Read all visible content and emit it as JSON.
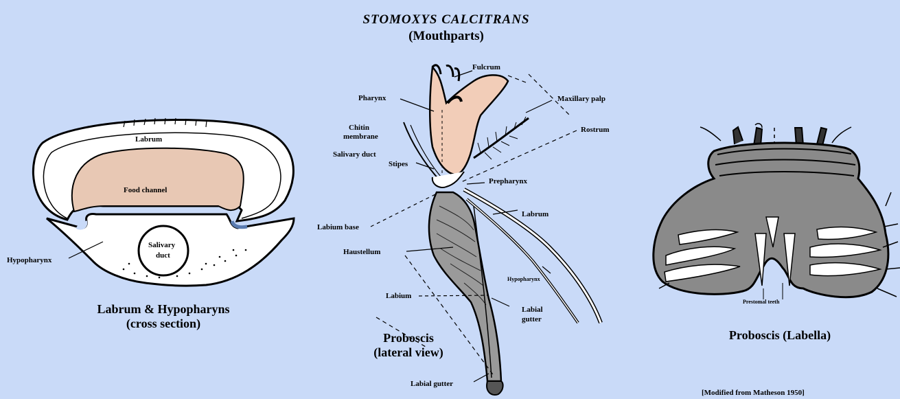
{
  "title": {
    "main": "STOMOXYS CALCITRANS",
    "sub": "(Mouthparts)"
  },
  "cross_section": {
    "caption_line1": "Labrum & Hypopharyns",
    "caption_line2": "(cross section)",
    "labels": {
      "labrum": "Labrum",
      "food_channel": "Food channel",
      "salivary_duct_line1": "Salivary",
      "salivary_duct_line2": "duct",
      "hypopharynx": "Hypopharynx"
    }
  },
  "lateral_view": {
    "caption_line1": "Proboscis",
    "caption_line2": "(lateral view)",
    "labels": {
      "fulcrum": "Fulcrum",
      "pharynx": "Pharynx",
      "maxillary_palp": "Maxillary palp",
      "chitin_membrane_line1": "Chitin",
      "chitin_membrane_line2": "membrane",
      "rostrum": "Rostrum",
      "salivary_duct": "Salivary duct",
      "stipes": "Stipes",
      "prepharynx": "Prepharynx",
      "labrum": "Labrum",
      "labium_base": "Labium base",
      "haustellum": "Haustellum",
      "hypopharynx": "Hypopharynx",
      "labium": "Labium",
      "labial_gutter_line1": "Labial",
      "labial_gutter_line2": "gutter",
      "labial_gutter_bottom": "Labial gutter"
    }
  },
  "labella": {
    "caption": "Proboscis (Labella)",
    "labels": {
      "prestomal_teeth": "Prestomal teeth"
    }
  },
  "credit": "[Modified from Matheson 1950]",
  "colors": {
    "background": "#c9daf8",
    "food_channel": "#e8c8b4",
    "pharynx": "#f2cdb8",
    "ink": "#000000"
  }
}
